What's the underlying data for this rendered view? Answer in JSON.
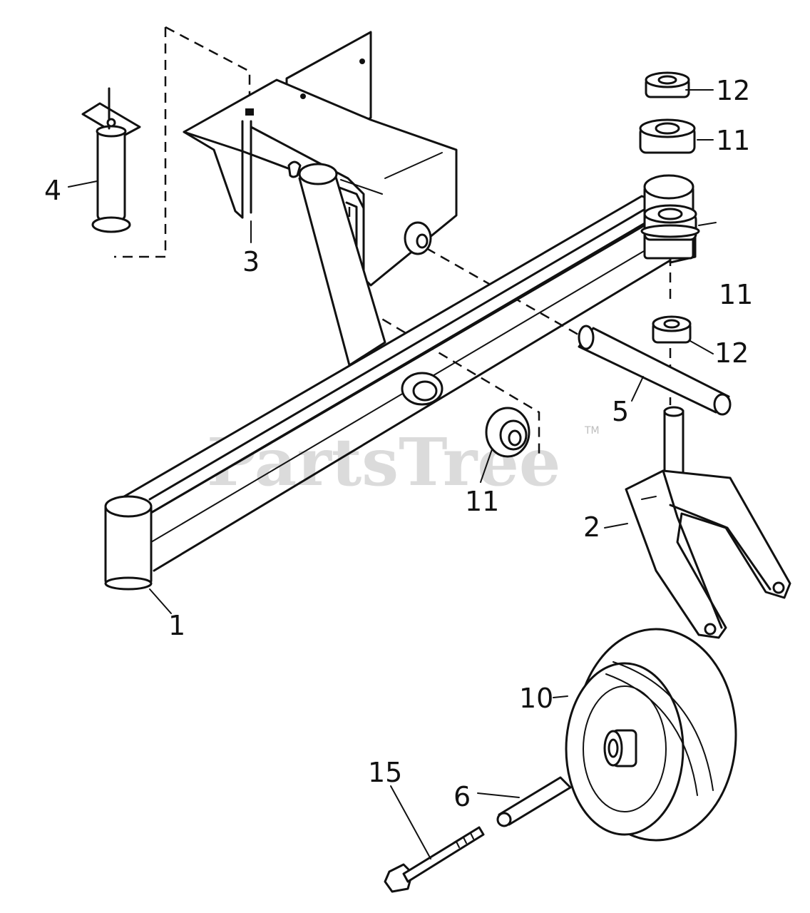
{
  "watermark": {
    "text": "PartsTree",
    "trademark": "TM"
  },
  "callouts": {
    "c1": "1",
    "c2": "2",
    "c3": "3",
    "c4": "4",
    "c5": "5",
    "c6": "6",
    "c10": "10",
    "c11a": "11",
    "c11b": "11",
    "c11c": "11",
    "c12a": "12",
    "c12b": "12",
    "c15": "15"
  }
}
